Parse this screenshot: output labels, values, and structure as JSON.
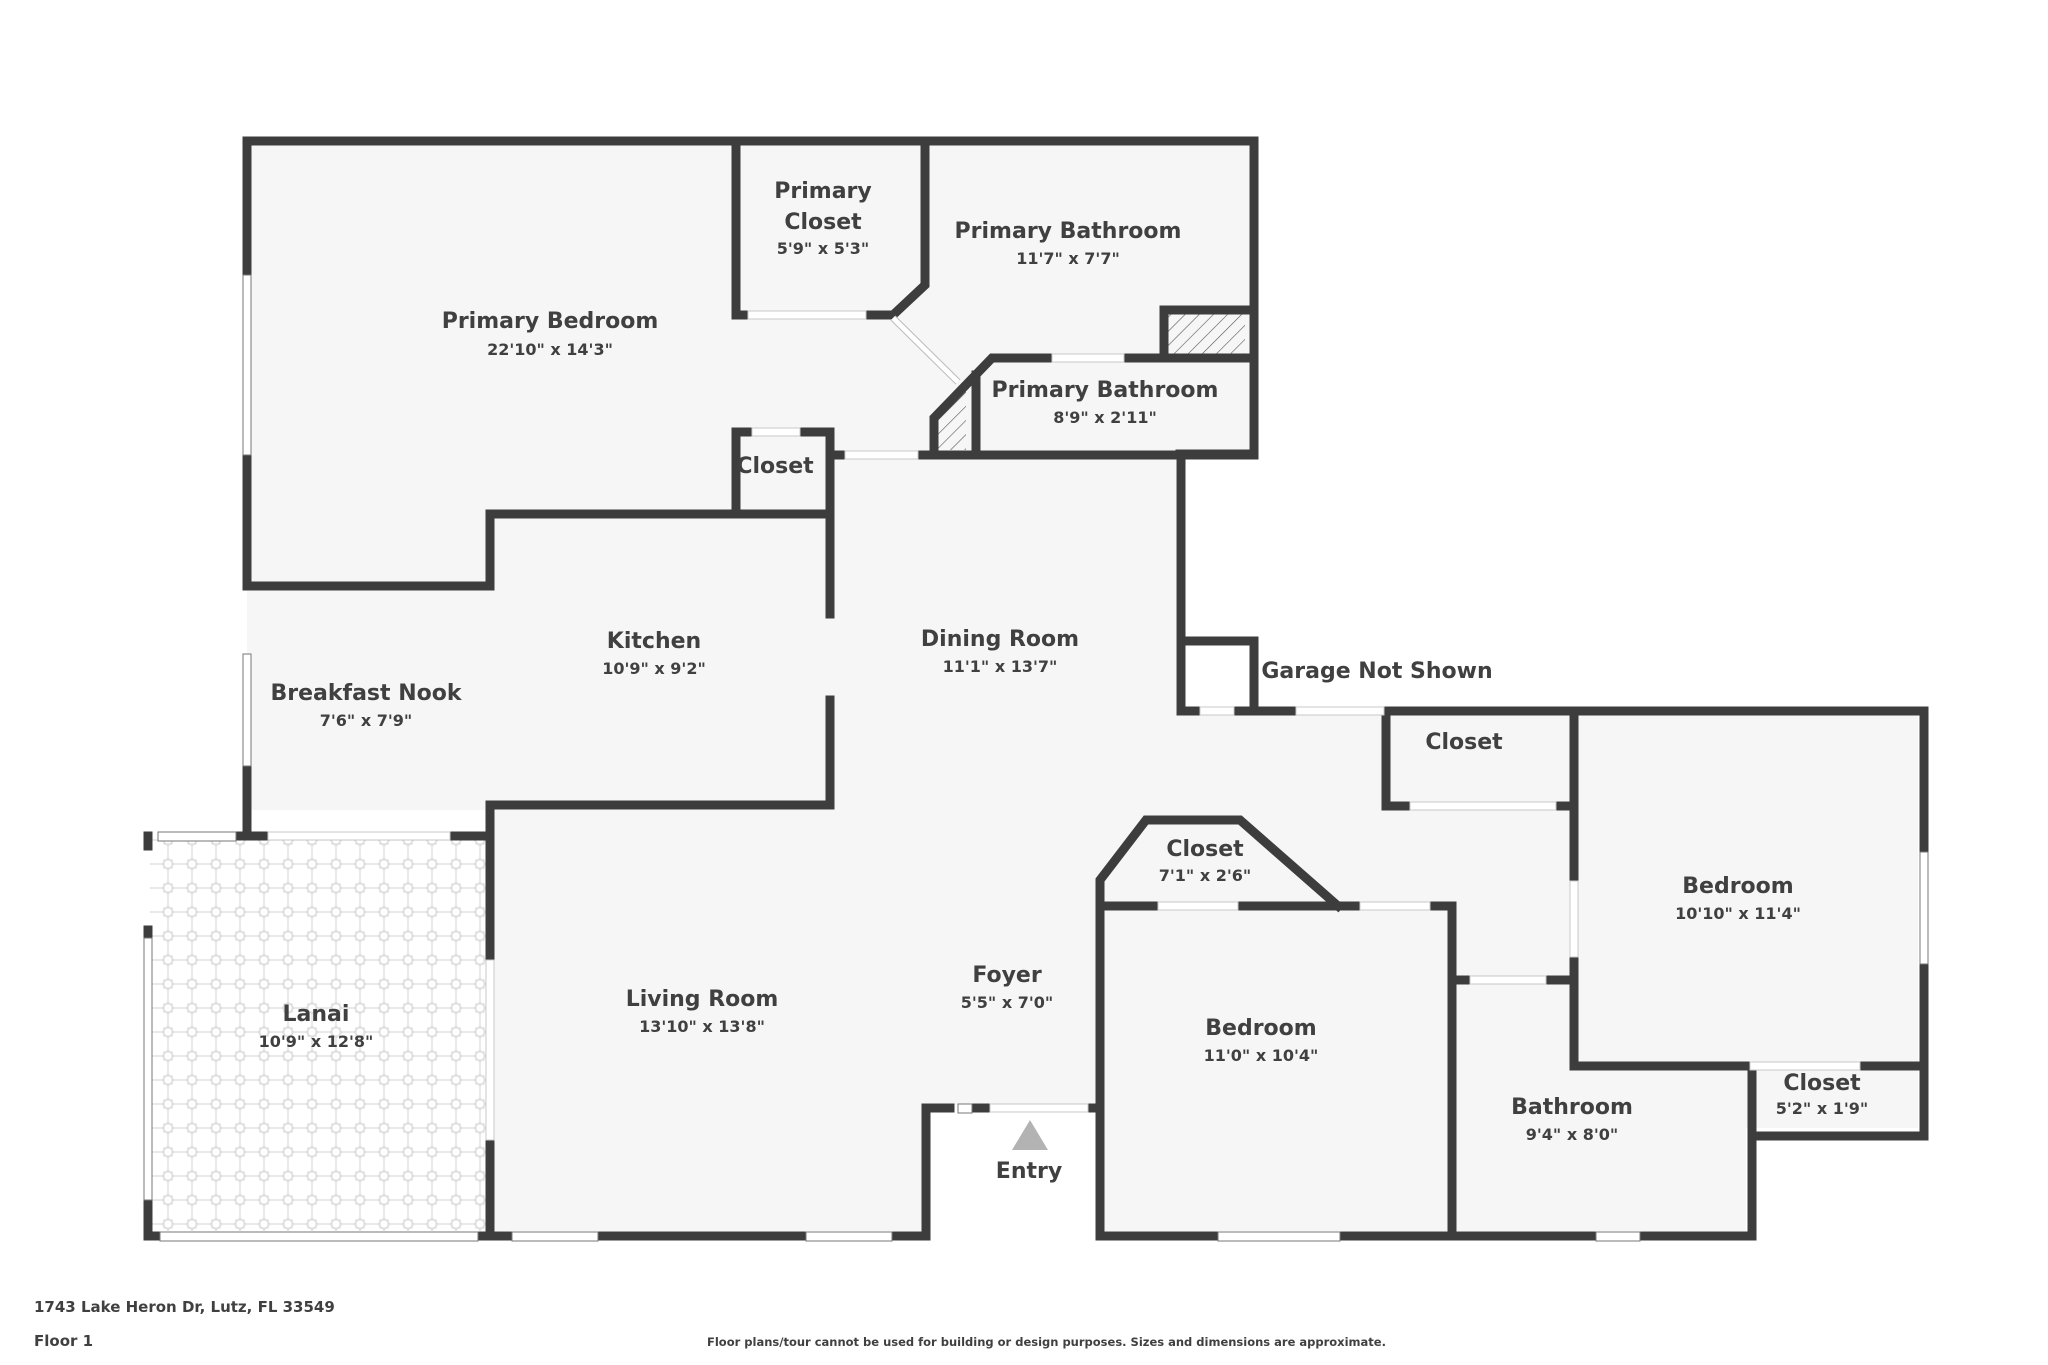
{
  "plan": {
    "address": "1743 Lake Heron Dr, Lutz, FL 33549",
    "floor": "Floor 1",
    "disclaimer": "Floor plans/tour cannot be used for building or design purposes. Sizes and dimensions are approximate.",
    "colors": {
      "wall": "#3d3d3d",
      "floor": "#f6f6f6",
      "text": "#404040",
      "entry_marker": "#b3b3b3"
    }
  },
  "rooms": {
    "primary_bedroom": {
      "name": "Primary Bedroom",
      "dim": "22'10\" x 14'3\""
    },
    "primary_closet": {
      "name_line1": "Primary",
      "name_line2": "Closet",
      "dim": "5'9\" x 5'3\""
    },
    "primary_bathroom_1": {
      "name": "Primary Bathroom",
      "dim": "11'7\" x 7'7\""
    },
    "primary_bathroom_2": {
      "name": "Primary Bathroom",
      "dim": "8'9\" x 2'11\""
    },
    "closet_hall": {
      "name": "Closet"
    },
    "kitchen": {
      "name": "Kitchen",
      "dim": "10'9\" x 9'2\""
    },
    "breakfast_nook": {
      "name": "Breakfast Nook",
      "dim": "7'6\" x 7'9\""
    },
    "dining_room": {
      "name": "Dining Room",
      "dim": "11'1\" x 13'7\""
    },
    "garage_note": {
      "name": "Garage Not Shown"
    },
    "closet_right": {
      "name": "Closet"
    },
    "closet_angled": {
      "name": "Closet",
      "dim": "7'1\" x 2'6\""
    },
    "bedroom_right": {
      "name": "Bedroom",
      "dim": "10'10\" x 11'4\""
    },
    "lanai": {
      "name": "Lanai",
      "dim": "10'9\" x 12'8\""
    },
    "living_room": {
      "name": "Living Room",
      "dim": "13'10\" x 13'8\""
    },
    "foyer": {
      "name": "Foyer",
      "dim": "5'5\" x 7'0\""
    },
    "bedroom_center": {
      "name": "Bedroom",
      "dim": "11'0\" x 10'4\""
    },
    "bathroom": {
      "name": "Bathroom",
      "dim": "9'4\" x 8'0\""
    },
    "closet_small": {
      "name": "Closet",
      "dim": "5'2\" x 1'9\""
    },
    "entry": {
      "name": "Entry"
    }
  }
}
